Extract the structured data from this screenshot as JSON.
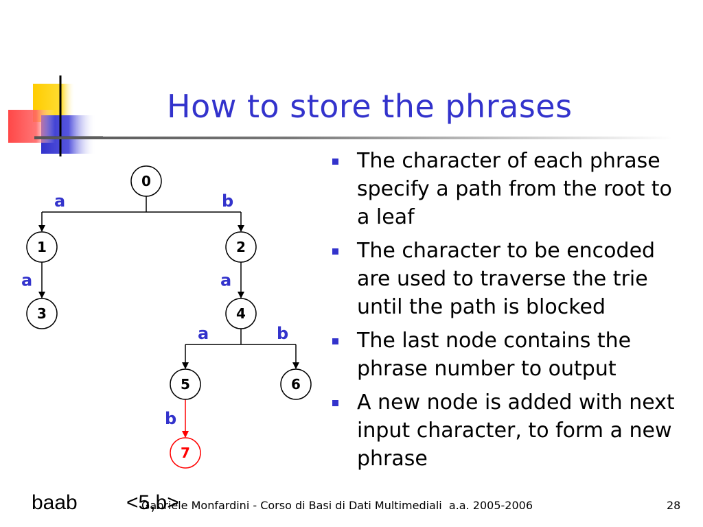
{
  "slide": {
    "title": "How to store the phrases",
    "bullets": [
      "The character of each phrase specify a path from the root to a leaf",
      "The character to be encoded are used to traverse the trie until the path is blocked",
      "The last node contains the phrase number to output",
      "A new node is added with next input character, to form a new phrase"
    ],
    "input_string": "baab",
    "output_pair": "<5,b>",
    "footer": "Gabriele Monfardini - Corso di Basi di Dati Multimediali  a.a. 2005-2006",
    "page_number": "28"
  },
  "trie": {
    "nodes": [
      {
        "id": "0"
      },
      {
        "id": "1"
      },
      {
        "id": "2"
      },
      {
        "id": "3"
      },
      {
        "id": "4"
      },
      {
        "id": "5"
      },
      {
        "id": "6"
      },
      {
        "id": "7",
        "new": true
      }
    ],
    "edges": [
      {
        "from": "0",
        "to": "1",
        "label": "a"
      },
      {
        "from": "0",
        "to": "2",
        "label": "b"
      },
      {
        "from": "1",
        "to": "3",
        "label": "a"
      },
      {
        "from": "2",
        "to": "4",
        "label": "a"
      },
      {
        "from": "4",
        "to": "5",
        "label": "a"
      },
      {
        "from": "4",
        "to": "6",
        "label": "b"
      },
      {
        "from": "5",
        "to": "7",
        "label": "b",
        "new": true
      }
    ],
    "colors": {
      "edge": "#000000",
      "new": "#ff0000",
      "label": "#3333cc"
    }
  },
  "logo_colors": {
    "yellow": "#ffcc00",
    "red": "#ff3333",
    "blue": "#3333cc"
  }
}
